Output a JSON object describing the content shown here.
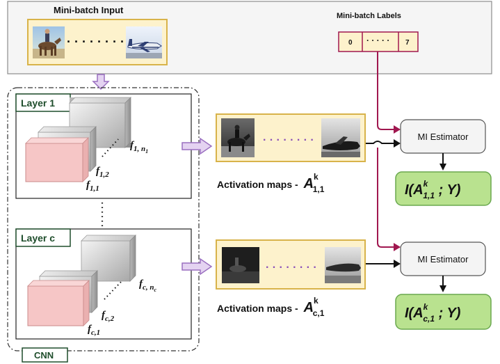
{
  "input_panel": {
    "batch_input_title": "Mini-batch Input",
    "batch_labels_title": "Mini-batch Labels",
    "label_first": "0",
    "label_last": "7",
    "label_dots": "· · · · ·"
  },
  "cnn": {
    "tag": "CNN",
    "layer1": {
      "title": "Layer 1",
      "f_first": "f",
      "f_first_sub": "1,1",
      "f_second": "f",
      "f_second_sub": "1,2",
      "f_last": "f",
      "f_last_sub": "1, n",
      "f_last_subsub": "1"
    },
    "layerc": {
      "title": "Layer c",
      "f_first": "f",
      "f_first_sub": "c,1",
      "f_second": "f",
      "f_second_sub": "c,2",
      "f_last": "f",
      "f_last_sub": "c, n",
      "f_last_subsub": "c"
    }
  },
  "activations": {
    "caption_prefix": "Activation maps - ",
    "a_letter": "A",
    "row1_sup": "k",
    "row1_sub": "1,1",
    "rowc_sup": "k",
    "rowc_sub": "c,1"
  },
  "estimators": {
    "label": "MI Estimator",
    "mi_prefix": "I(A",
    "mi_suffix": " ; Y)",
    "row1_sup": "k",
    "row1_sub": "1,1",
    "rowc_sup": "k",
    "rowc_sub": "c,1"
  },
  "icons": [
    "horse-rider-thumbnail",
    "airplane-thumbnail",
    "feature-map-stack",
    "activation-map-thumbnail"
  ],
  "colors": {
    "panel_fill": "#f5f5f5",
    "gold_border": "#d8b34a",
    "gold_fill": "#fdf2cc",
    "dots_purple": "#8a4fb8",
    "arrow_fill": "#e4d3f1",
    "arrow_stroke": "#9a6fc0",
    "label_line": "#a0174f",
    "mi_green_fill": "#b9e28f",
    "mi_green_stroke": "#6aa84f",
    "layer_title": "#1e4d2b",
    "pink_fill": "#f6c6c6"
  }
}
